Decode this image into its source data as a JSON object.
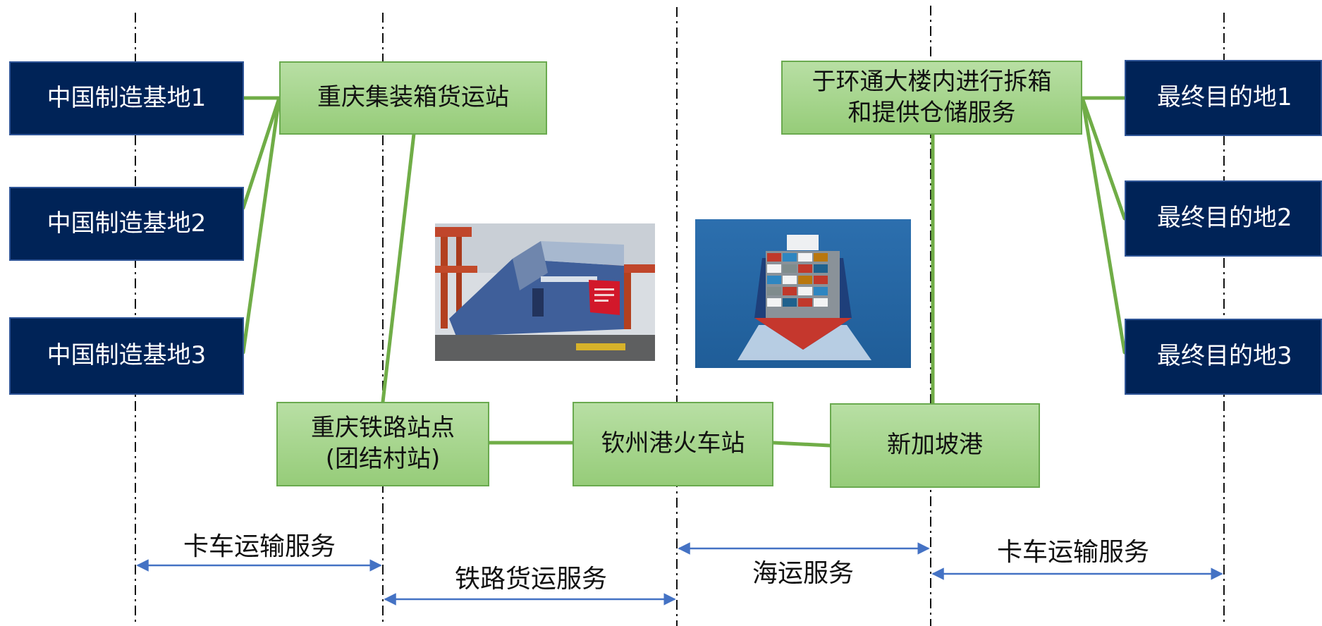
{
  "diagram": {
    "origins": [
      "中国制造基地1",
      "中国制造基地2",
      "中国制造基地3"
    ],
    "destinations": [
      "最终目的地1",
      "最终目的地2",
      "最终目的地3"
    ],
    "nodes": {
      "container_station": "重庆集装箱货运站",
      "rail_station_line1": "重庆铁路站点",
      "rail_station_line2": "(团结村站)",
      "qinzhou": "钦州港火车站",
      "singapore": "新加坡港",
      "warehouse_line1": "于环通大楼内进行拆箱",
      "warehouse_line2": "和提供仓储服务"
    },
    "services": {
      "truck_left": "卡车运输服务",
      "rail": "铁路货运服务",
      "sea": "海运服务",
      "truck_right": "卡车运输服务"
    },
    "images": {
      "train": "freight-train-photo",
      "ship": "container-ship-photo"
    },
    "colors": {
      "navy": "#002357",
      "green_fill": "#a9d18e",
      "green_line": "#70ad47",
      "arrow_blue": "#4472c4"
    }
  }
}
